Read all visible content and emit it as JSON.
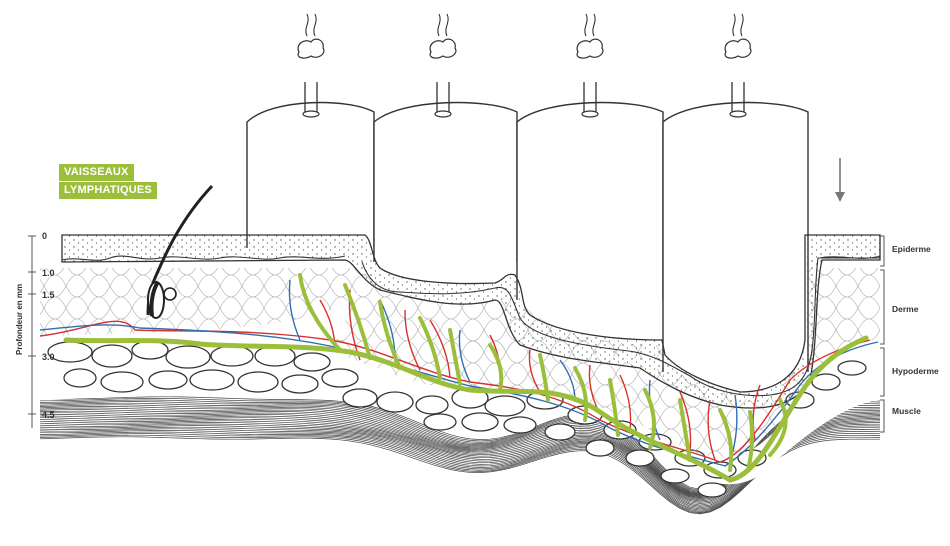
{
  "callout": {
    "line1": "VAISSEAUX",
    "line2": "LYMPHATIQUES"
  },
  "axis": {
    "label": "Profondeur en mm",
    "ticks": [
      "0",
      "1.0",
      "1.5",
      "3.0",
      "4.5"
    ]
  },
  "layers": {
    "epidermis": "Epiderme",
    "dermis": "Derme",
    "hypodermis": "Hypoderme",
    "muscle": "Muscle"
  },
  "colors": {
    "lymphatic": "#9bbf3b",
    "artery": "#d9302b",
    "vein": "#2f6db3",
    "outline": "#333333",
    "mesh": "#9a9a9a"
  },
  "icons": {
    "suction_arrow": "down-arrow-icon",
    "suction_cup": "suction-cup-icon"
  }
}
